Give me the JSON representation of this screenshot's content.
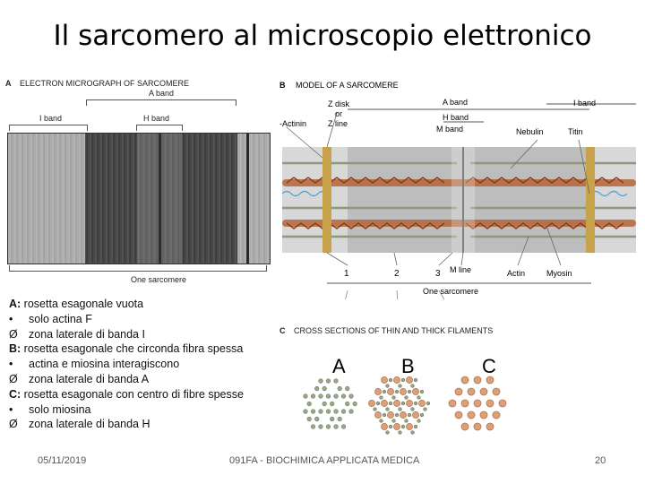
{
  "title": "Il sarcomero al microscopio elettronico",
  "panel_a": {
    "letter": "A",
    "heading": "ELECTRON MICROGRAPH OF SARCOMERE",
    "a_band": "A band",
    "i_band": "I band",
    "h_band": "H band",
    "one_sarcomere": "One sarcomere"
  },
  "panel_b": {
    "letter": "B",
    "heading": "MODEL OF A SARCOMERE",
    "z_disk": "Z disk",
    "or": "or",
    "z_line": "Z line",
    "actinin": "-Actinin",
    "a_band": "A band",
    "i_band": "I band",
    "h_band": "H band",
    "m_band": "M band",
    "nebulin": "Nebulin",
    "titin": "Titin",
    "num1": "1",
    "num2": "2",
    "num3": "3",
    "m_line": "M line",
    "actin": "Actin",
    "myosin": "Myosin",
    "one_sarcomere": "One sarcomere"
  },
  "panel_c": {
    "letter": "C",
    "heading": "CROSS SECTIONS OF THIN AND THICK FILAMENTS"
  },
  "section_letters": {
    "a": "A",
    "b": "B",
    "c": "C"
  },
  "notes": [
    {
      "key": "A:",
      "text": " rosetta esagonale vuota"
    },
    {
      "bullet": "•",
      "text": "solo actina F"
    },
    {
      "bullet": "Ø",
      "text": "zona laterale di banda I"
    },
    {
      "key": "B:",
      "text": " rosetta esagonale che circonda fibra spessa"
    },
    {
      "bullet": "•",
      "text": "actina e miosina interagiscono"
    },
    {
      "bullet": "Ø",
      "text": "zona laterale di banda A"
    },
    {
      "key": "C:",
      "text": " rosetta esagonale con centro di fibre spesse"
    },
    {
      "bullet": "•",
      "text": "solo miosina"
    },
    {
      "bullet": "Ø",
      "text": "zona laterale di banda H"
    }
  ],
  "footer": {
    "date": "05/11/2019",
    "course": "091FA - BIOCHIMICA APPLICATA MEDICA",
    "page": "20"
  },
  "colors": {
    "thin": "#9aa78a",
    "thick": "#d9a07a",
    "myosin": "#b5653a",
    "zdisk": "#c8a24a",
    "titin": "#4a9bd6"
  }
}
